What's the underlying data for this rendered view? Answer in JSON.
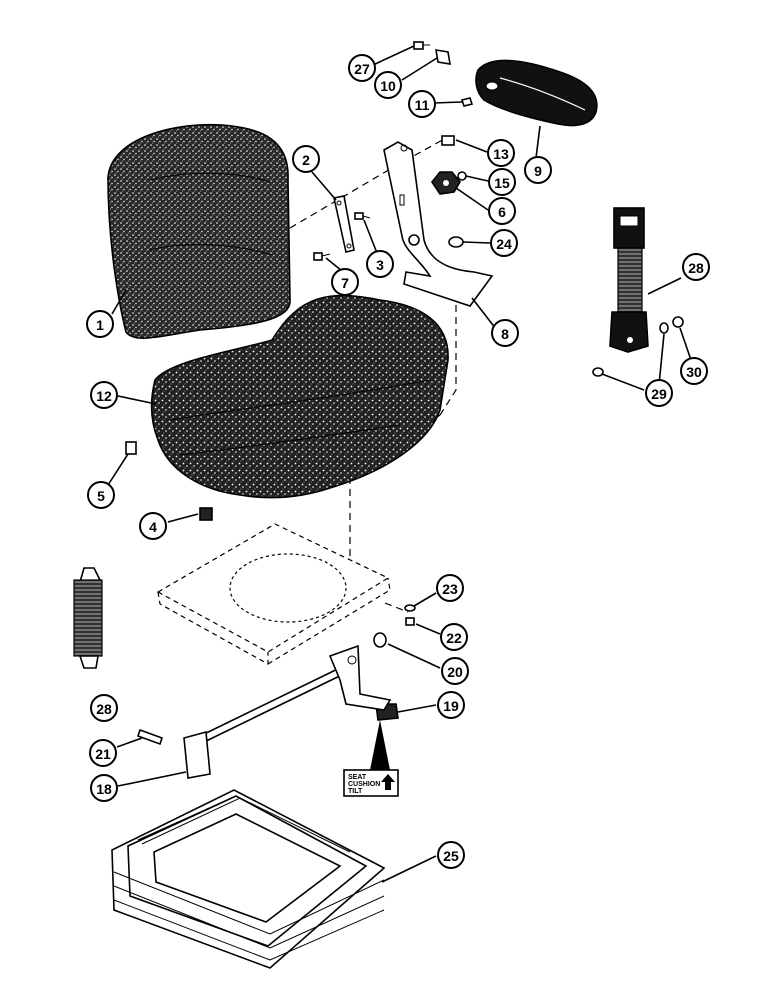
{
  "diagram": {
    "callouts": [
      {
        "key": "c27",
        "text": "27"
      },
      {
        "key": "c10",
        "text": "10"
      },
      {
        "key": "c11",
        "text": "11"
      },
      {
        "key": "c9",
        "text": "9"
      },
      {
        "key": "c13",
        "text": "13"
      },
      {
        "key": "c15",
        "text": "15"
      },
      {
        "key": "c6",
        "text": "6"
      },
      {
        "key": "c24",
        "text": "24"
      },
      {
        "key": "c8",
        "text": "8"
      },
      {
        "key": "c2",
        "text": "2"
      },
      {
        "key": "c3",
        "text": "3"
      },
      {
        "key": "c7",
        "text": "7"
      },
      {
        "key": "c1",
        "text": "1"
      },
      {
        "key": "c12",
        "text": "12"
      },
      {
        "key": "c5",
        "text": "5"
      },
      {
        "key": "c4",
        "text": "4"
      },
      {
        "key": "c28a",
        "text": "28"
      },
      {
        "key": "c29",
        "text": "29"
      },
      {
        "key": "c30",
        "text": "30"
      },
      {
        "key": "c23",
        "text": "23"
      },
      {
        "key": "c22",
        "text": "22"
      },
      {
        "key": "c20",
        "text": "20"
      },
      {
        "key": "c19",
        "text": "19"
      },
      {
        "key": "c28b",
        "text": "28"
      },
      {
        "key": "c21",
        "text": "21"
      },
      {
        "key": "c18",
        "text": "18"
      },
      {
        "key": "c25",
        "text": "25"
      }
    ],
    "decal": {
      "line1": "SEAT",
      "line2": "CUSHION",
      "line3": "TILT"
    },
    "icons": [
      "up-arrow-icon"
    ]
  }
}
